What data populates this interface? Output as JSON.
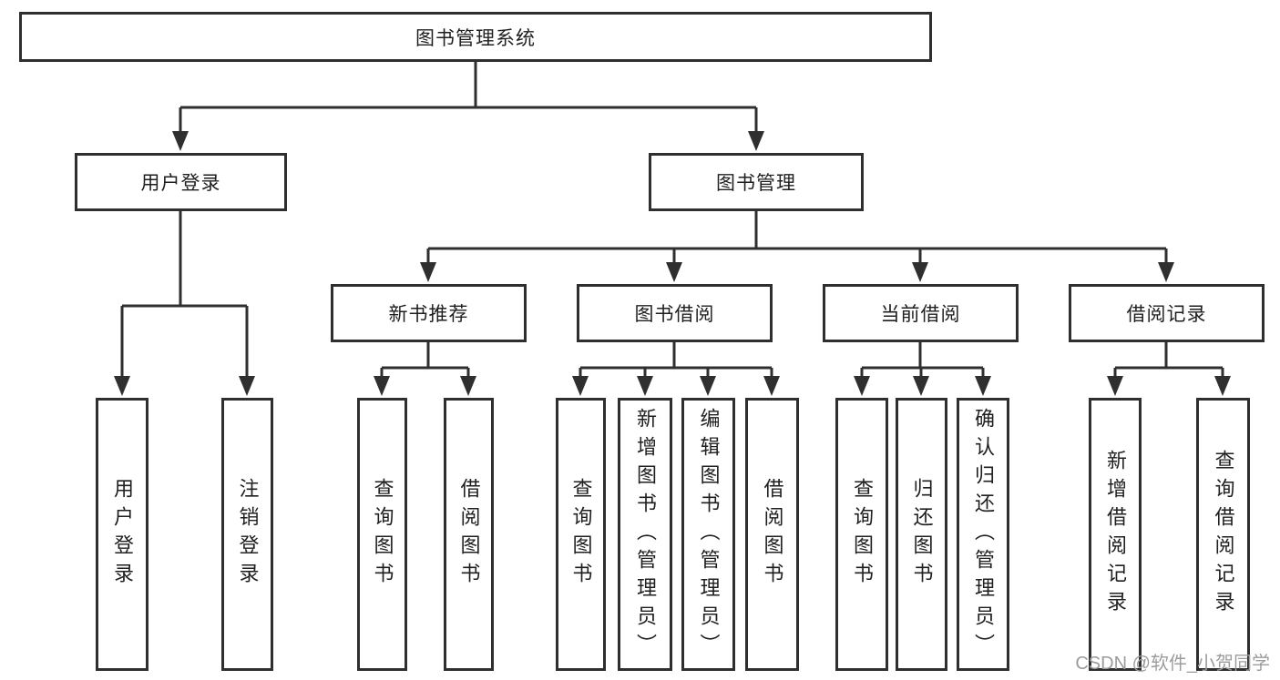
{
  "diagram": {
    "title": "图书管理系统",
    "branches": {
      "user_login": {
        "label": "用户登录",
        "children": {
          "login": "用户登录",
          "logout": "注销登录"
        }
      },
      "book_management": {
        "label": "图书管理",
        "sections": {
          "new_book_recommend": {
            "label": "新书推荐",
            "children": {
              "query_books": "查询图书",
              "borrow_books": "借阅图书"
            }
          },
          "book_borrow": {
            "label": "图书借阅",
            "children": {
              "query_books": "查询图书",
              "add_books": "新增图书（管理员）",
              "edit_books": "编辑图书（管理员）",
              "borrow_books": "借阅图书"
            }
          },
          "current_borrow": {
            "label": "当前借阅",
            "children": {
              "query_books": "查询图书",
              "return_books": "归还图书",
              "confirm_return": "确认归还（管理员）"
            }
          },
          "borrow_records": {
            "label": "借阅记录",
            "children": {
              "add_record": "新增借阅记录",
              "query_record": "查询借阅记录"
            }
          }
        }
      }
    }
  },
  "watermark": {
    "text": "CSDN @软件_小贺同学"
  },
  "colors": {
    "line": "#2f2f2f",
    "text": "#1f1f1f",
    "watermark": "#9c9c9c",
    "background": "#ffffff"
  }
}
